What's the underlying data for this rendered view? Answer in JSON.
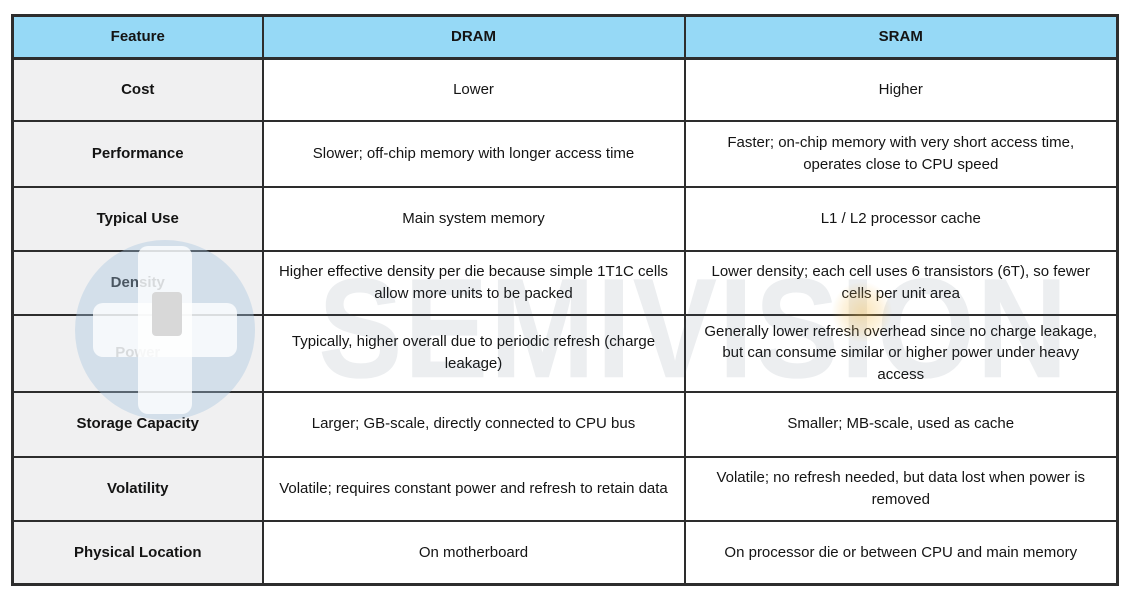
{
  "table": {
    "headers": [
      "Feature",
      "DRAM",
      "SRAM"
    ],
    "rows": [
      {
        "feature": "Cost",
        "dram": "Lower",
        "sram": "Higher"
      },
      {
        "feature": "Performance",
        "dram": "Slower; off-chip memory with longer access time",
        "sram": "Faster; on-chip memory with very short access time, operates close to CPU speed"
      },
      {
        "feature": "Typical Use",
        "dram": "Main system memory",
        "sram": "L1 / L2 processor cache"
      },
      {
        "feature": "Density",
        "dram": "Higher effective density per die because simple 1T1C cells allow more units to be packed",
        "sram": "Lower density; each cell uses 6 transistors (6T), so fewer cells per unit area"
      },
      {
        "feature": "Power",
        "dram": "Typically, higher overall due to periodic refresh (charge leakage)",
        "sram": "Generally lower refresh overhead since no charge leakage, but can consume similar or higher power under heavy access"
      },
      {
        "feature": "Storage Capacity",
        "dram": "Larger; GB-scale, directly connected to CPU bus",
        "sram": "Smaller; MB-scale, used as cache"
      },
      {
        "feature": "Volatility",
        "dram": "Volatile; requires constant power and refresh to retain data",
        "sram": "Volatile; no refresh needed, but data lost when power is removed"
      },
      {
        "feature": "Physical Location",
        "dram": "On motherboard",
        "sram": "On processor die or between CPU and main memory"
      }
    ]
  },
  "watermark": {
    "text": "SEMIVISION",
    "logo": "semivision-circular-logo",
    "accent_dot_color": "#f4ba46"
  },
  "colors": {
    "header_bg": "#96d9f6",
    "feature_column_bg": "#f0f0f1",
    "cell_bg": "#ffffff",
    "border": "#2d2d2d",
    "text": "#141414",
    "watermark_logo_bg": "#a4c2df"
  }
}
